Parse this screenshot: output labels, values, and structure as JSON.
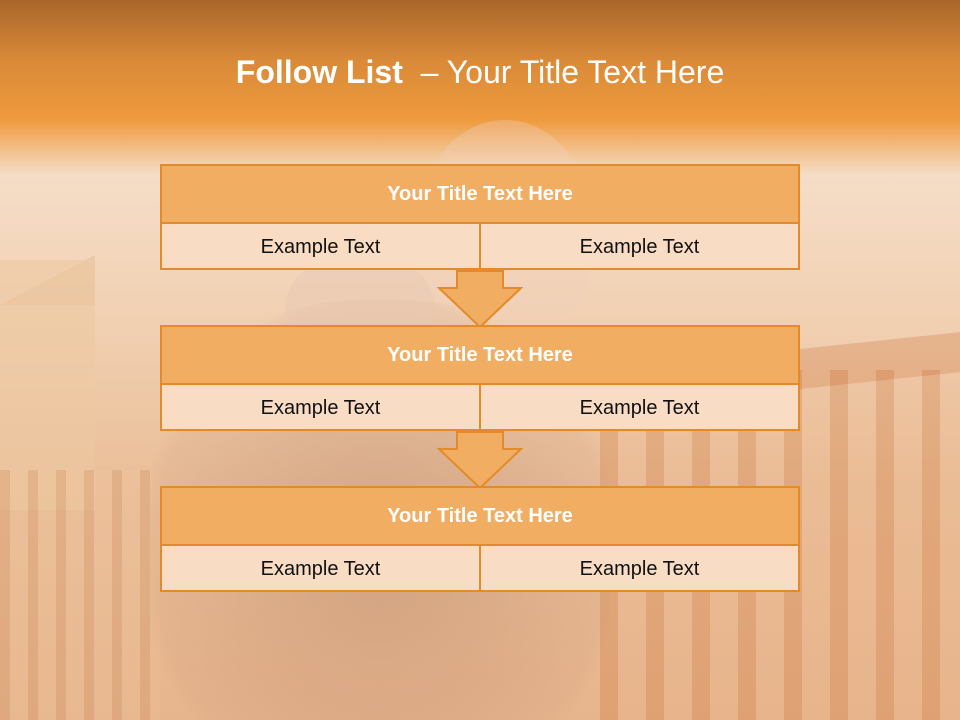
{
  "slide": {
    "title_bold": "Follow List",
    "title_rest": "  – Your Title Text Here",
    "accent_color": "#e48a2a",
    "header_fill": "#f1ad62",
    "cell_fill": "#f9dcc4",
    "steps": [
      {
        "title": "Your Title Text Here",
        "left": "Example Text",
        "right": "Example Text"
      },
      {
        "title": "Your Title Text Here",
        "left": "Example Text",
        "right": "Example Text"
      },
      {
        "title": "Your Title Text Here",
        "left": "Example Text",
        "right": "Example Text"
      }
    ],
    "arrow_icon": "down-arrow-icon"
  }
}
